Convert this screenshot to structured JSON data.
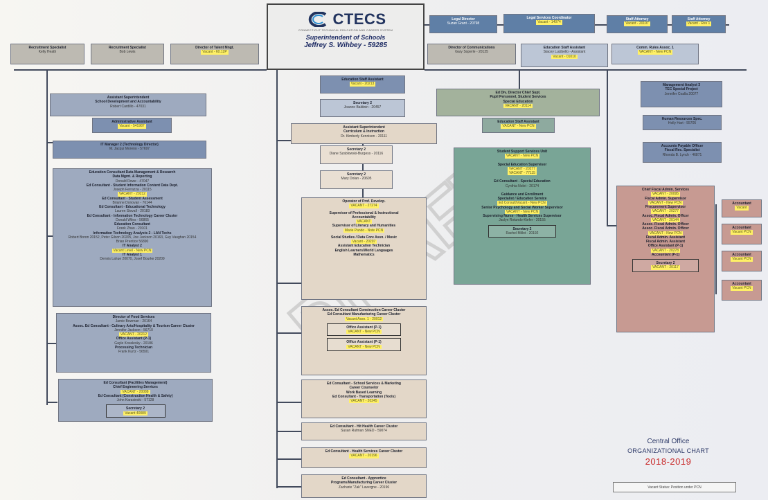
{
  "superintendent": {
    "logo_text": "CTECS",
    "logo_tagline": "CONNECTICUT TECHNICAL EDUCATION AND CAREER SYSTEM",
    "title": "Superintendent of Schools",
    "name": "Jeffrey S. Wihbey - 59285"
  },
  "top_left_row": [
    {
      "title": "Recruitment Specialist",
      "sub": "Kelly Heath"
    },
    {
      "title": "Recruitment Specialist",
      "sub": "Bob Lewis"
    },
    {
      "title": "Director of Talent Mngt.",
      "vacancy": "Vacant - 60.12P"
    }
  ],
  "top_right_row": [
    {
      "title": "Legal Director",
      "sub": "Suzan Grant - 20798"
    },
    {
      "title": "Legal Services Coordinator",
      "vacancy": "Vacant - 14074"
    },
    {
      "title": "Staff Attorney",
      "vacancy": "Vacant - 20197"
    },
    {
      "title": "Staff Attorney",
      "vacancy": "Vacant - Res 1"
    }
  ],
  "second_right_row": [
    {
      "title": "Director of Communications",
      "sub": "Gary Soperle - 20125"
    },
    {
      "title": "Education Staff Assistant",
      "sub": "Stacey Lucibello - Assistant",
      "vacancy": "Vacant - 01010"
    },
    {
      "title": "Comm. Rules Assoc. 1",
      "vacancy": "VACANT - New PCN"
    }
  ],
  "left_column": {
    "assist_supt": {
      "title": "Assistant Superintendent",
      "subtitle": "School Development and Accountability",
      "name": "Robert Cardillo - 47031"
    },
    "admin_asst": {
      "title": "Administrative Assistant",
      "vacancy": "Vacant - 541987"
    },
    "it_manager": {
      "title": "IT Manager 2 (Technology Director)",
      "name": "M. Jacqui Moreno - 57697"
    },
    "ed_consultant_block": {
      "title": "Education Consultant Data Management & Research",
      "lines": [
        "Data Mgmt. & Reporting",
        "Donald Rowe - 47047",
        "Ed Consultant - Student Information Content Data Dept.",
        "Joseph Ferrazza - 20115",
        "Ed Consultant - Student Assessment",
        "Brianne Donovan - 76144",
        "Ed Consultant - Educational Technology",
        "Lauren Stovall - 20183",
        "Ed Consultant - Information Technology Career Cluster",
        "Donald Wiles - 56865",
        "Education Consultant",
        "Frank Zhao - 20101",
        "Information Technology Analysts 2 - LAN Techs",
        "Robert Boron 20152, Peter Gilson 20205, Joe Jackson 20163, Guy Vaughan 20154",
        "Brian Prentice 56890",
        "IT Analyst 2",
        "IT Analyst 1"
      ],
      "vacancies": [
        "VACANT - 20212",
        "Vacant Level - New PCN"
      ],
      "note": "Dennis Lahue 20070, Josef Bourke 20209"
    },
    "food_block": {
      "title": "Director of Food Services",
      "lines": [
        "Jamie Bowman - 20164",
        "Assoc. Ed Consultant - Culinary Arts/Hospitality & Tourism Career Cluster",
        "Jennifer Jackson - 56710",
        "Office Assistant (P-1)",
        "Gayle Kovalesky - 20186",
        "Processing Technician",
        "Frank Kurtz - 56501"
      ],
      "vacancies": [
        "VACANT - 20212"
      ]
    },
    "facilities_block": {
      "title": "Ed Consultant (Facilities Management)",
      "lines": [
        "Chief Engineering Services",
        "Ed Consultant (Construction Health & Safety)",
        "John Karasinski - 57128"
      ],
      "vacancies": [
        "VACANT - 20088"
      ],
      "inner_title": "Secretary 2",
      "inner_vacancy": "Vacant 40089"
    }
  },
  "center_column": {
    "ed_staff_asst": {
      "title": "Education Staff Assistant",
      "vacancy": "Vacant - 20213"
    },
    "secretary2_a": {
      "title": "Secretary 2",
      "name": "Joanne Baldwin - 20457"
    },
    "assist_supt_curr": {
      "title": "Assistant Superintendent",
      "subtitle": "Curriculum & Instruction",
      "name": "Dr. Kimberly Kennison - 20111"
    },
    "secretary2_b": {
      "title": "Secretary 2",
      "name": "Diane Szablowski-Burgess - 20116"
    },
    "secretary2_c": {
      "title": "Secretary 2",
      "name": "Mary Dolan - 20605"
    },
    "prof_dev": {
      "title": "Operator of Prof. Develop.",
      "vacancy": "VACANT - 27274",
      "lines": [
        "Supervisor of Professional & Instructional",
        "Accountability",
        "Supervisor of Literacy and Humanities",
        "Social Studies / Data Core Assn. / Music",
        "Assistant Education Technician",
        "English Learners/World Languages",
        "Mathematics"
      ],
      "vacancies": [
        "VACANT",
        "Marie Pando - Note PCN",
        "Vacant - 20207"
      ]
    },
    "construction": {
      "title": "Assoc. Ed Consultant Construction Career Cluster",
      "lines": [
        "Ed Consultant Manufacturing Career Cluster"
      ],
      "vacancies": [
        "Vacant Assn. 1 - 20012"
      ],
      "office1": {
        "title": "Office Assistant (P-1)",
        "vacancy": "VACANT - New PCN"
      },
      "office2": {
        "title": "Office Assistant (P-1)",
        "vacancy": "VACANT - New PCN"
      }
    },
    "school_services": {
      "title": "Ed Consultant - School Services & Marketing",
      "lines": [
        "Career Counselor",
        "Work Based Learning",
        "Ed Consultant - Transportation (Tools)"
      ],
      "vacancies": [
        "VACANT - 20245"
      ]
    },
    "health_career": {
      "title": "Ed Consultant - Hit Health Career Cluster",
      "name": "Susan Rutman SNED - 59074"
    },
    "youth_services": {
      "title": "Ed Consultant - Health Services Career Cluster",
      "vacancy": "VACANT - 20196"
    },
    "apprentice": {
      "title": "Ed Consultant - Apprentice",
      "subtitle": "Programs/Manufacturing Career Cluster",
      "name": "Zacharie \"Zak\" Lavergne - 20196"
    }
  },
  "center_right_column": {
    "ed_director": {
      "title": "Ed Div. Director Chief Supt.",
      "subtitle": "Pupil Personnel, Student Services",
      "subtitle2": "Special Education",
      "vacancy": "VACANT - 20114"
    },
    "staff_asst": {
      "title": "Education Staff Assistant",
      "vacancy": "VACANT - New PCN"
    },
    "student_support": {
      "title": "Student Support Services Unit",
      "vacancy": "VACANT - New PCN",
      "lines": [
        "Special Education Supervisor",
        "Ed Consultant - Special Education",
        "Cynthia Nolet - 20174",
        "Guidance and Enrollment",
        "Specialist / Education Service",
        "Senior Psychology and Social Worker Supervisor",
        "Supervising Nurse - Health Services Supervisor",
        "Jaclyn Rotundo-Kiefer - 20155"
      ],
      "vacancies": [
        "VACANT - 20277",
        "VACANT - 77115",
        "Ed Consult/Vacant - New PCN",
        "VACANT - New PCN"
      ],
      "inner_title": "Secretary 2",
      "inner_name": "Rachel Millot - 20192"
    }
  },
  "right_column": {
    "mgmt_analyst": {
      "title": "Management Analyst 3",
      "subtitle": "TEC Special Project",
      "name": "Jennifer Coalla 20077"
    },
    "hr_specialist": {
      "title": "Human Resources Spec.",
      "name": "Holly Hart - 55705"
    },
    "accounts": {
      "title": "Accounts Payable Officer",
      "subtitle": "Fiscal Rec. Specialist",
      "name": "Rhonda B. Lynch - 46871"
    },
    "fiscal": {
      "title": "Chief Fiscal Admin. Services",
      "lines": [
        "Fiscal Admin. Supervisor",
        "Procurement Supervisor",
        "Assoc. Fiscal Admin. Officer",
        "Assoc. Fiscal Admin. Officer",
        "Assoc. Fiscal Admin. Officer",
        "Fiscal Admin. Assistant",
        "Fiscal Admin. Assistant",
        "Office Assistant (P-1)",
        "Accountant (P-1)"
      ],
      "vacancies": [
        "VACANT - 20095",
        "VACANT - New PCN",
        "VACANT - 20277",
        "VACANT - 20144",
        "VACANT - New PCN",
        "VACANT - 20278"
      ],
      "inner_title": "Secretary 2",
      "inner_vacancy": "VACANT - 20117"
    },
    "accountants": [
      {
        "title": "Accountant",
        "vacancy": "Vacant"
      },
      {
        "title": "Accountant",
        "vacancy": "Vacant PCN"
      },
      {
        "title": "Accountant",
        "vacancy": "Vacant PCN"
      },
      {
        "title": "Accountant",
        "vacancy": "Vacant PCN"
      }
    ]
  },
  "footer": {
    "title_line1": "Central Office",
    "title_line2": "ORGANIZATIONAL CHART",
    "year": "2018-2019",
    "legend": "Vacant Status: Position under PCN"
  },
  "watermark_text": "DRAFT"
}
